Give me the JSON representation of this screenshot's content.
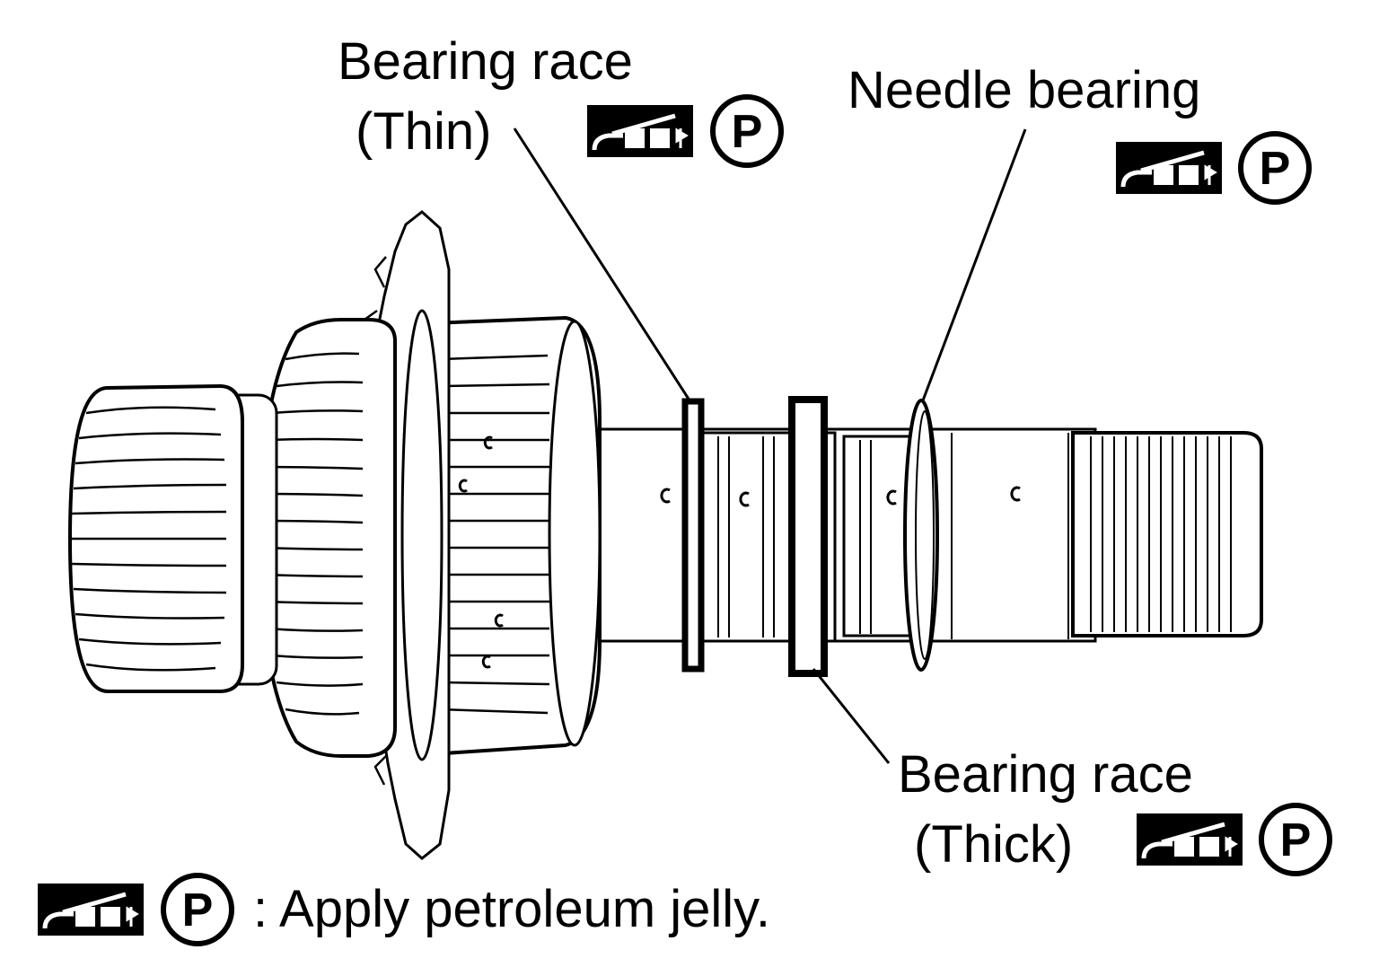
{
  "labels": {
    "bearing_race_thin_line1": "Bearing race",
    "bearing_race_thin_line2": "(Thin)",
    "needle_bearing": "Needle bearing",
    "bearing_race_thick_line1": "Bearing race",
    "bearing_race_thick_line2": "(Thick)"
  },
  "legend": {
    "symbol_letter": "P",
    "text": ": Apply petroleum jelly."
  },
  "icons": [
    "grease-gun-icon",
    "petroleum-jelly-p-icon"
  ],
  "colors": {
    "ink": "#000000",
    "paper": "#ffffff"
  }
}
